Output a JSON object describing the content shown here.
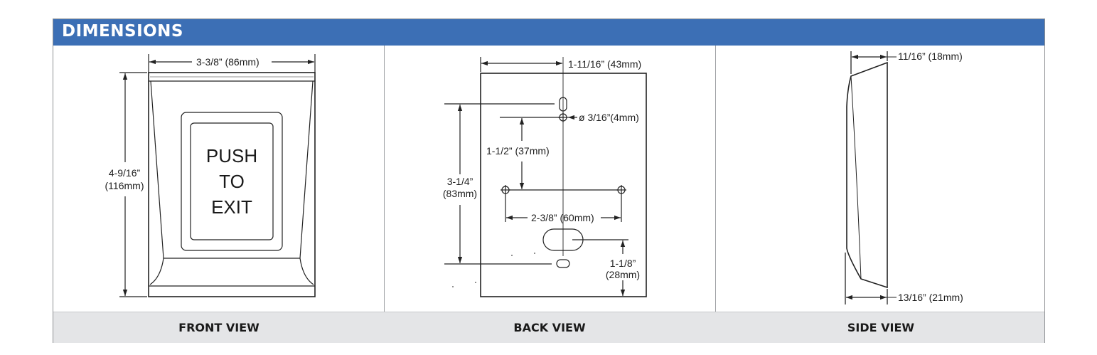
{
  "header": {
    "title": "DIMENSIONS"
  },
  "views": {
    "front": {
      "caption": "FRONT VIEW",
      "width_label": "3-3/8” (86mm)",
      "height_label_line1": "4-9/16”",
      "height_label_line2": "(116mm)",
      "button_text": [
        "PUSH",
        "TO",
        "EXIT"
      ]
    },
    "back": {
      "caption": "BACK VIEW",
      "width_label": "1-11/16” (43mm)",
      "hole_label": "ø 3/16”(4mm)",
      "vertical_label": "1-1/2” (37mm)",
      "height_label_line1": "3-1/4”",
      "height_label_line2": "(83mm)",
      "spacing_label": "2-3/8” (60mm)",
      "bottom_label_line1": "1-1/8”",
      "bottom_label_line2": "(28mm)"
    },
    "side": {
      "caption": "SIDE VIEW",
      "top_depth_label": "11/16” (18mm)",
      "bottom_depth_label": "13/16” (21mm)"
    }
  }
}
